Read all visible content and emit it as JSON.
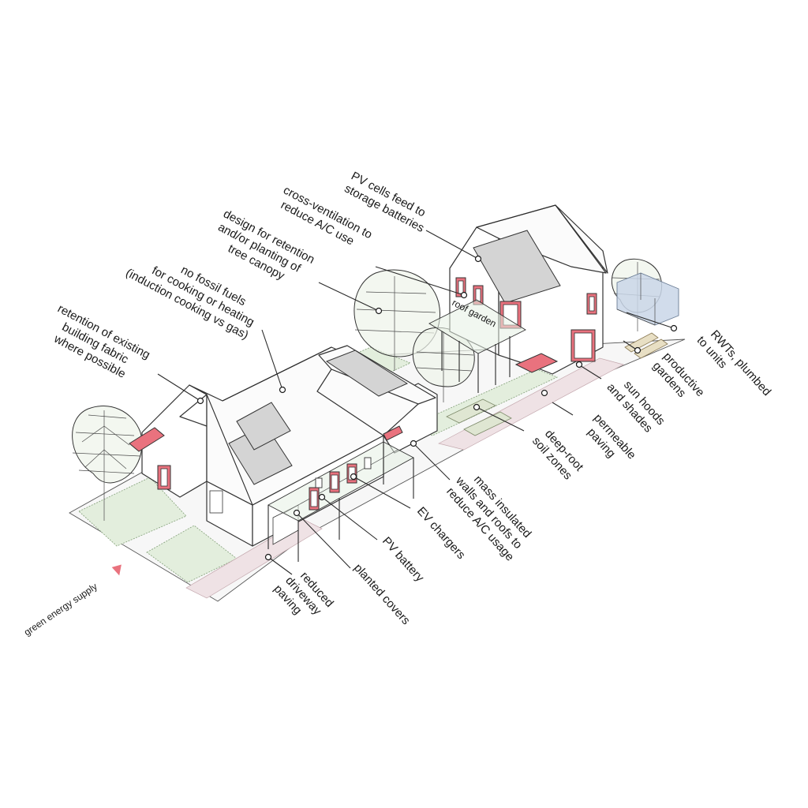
{
  "labels": {
    "pv_cells": [
      "PV cells feed to",
      "storage batteries"
    ],
    "cross_vent": [
      "cross-ventilation to",
      "reduce A/C use"
    ],
    "design_retention": [
      "design for retention",
      "and/or planting of",
      "tree canopy"
    ],
    "no_fossil": [
      "no fossil fuels",
      "for cooking or heating",
      "(induction cooking vs gas)"
    ],
    "retention_fabric": [
      "retention of existing",
      "building fabric",
      "where possible"
    ],
    "rwts": [
      "RWTs, plumbed",
      "to units"
    ],
    "productive": [
      "productive",
      "gardens"
    ],
    "sun_hoods": [
      "sun hoods",
      "and shades"
    ],
    "permeable": [
      "permeable",
      "paving"
    ],
    "deep_root": [
      "deep-root",
      "soil zones"
    ],
    "mass_insulated": [
      "mass insulated",
      "walls and roofs to",
      "reduce A/C usage"
    ],
    "ev": [
      "EV chargers"
    ],
    "pv_battery": [
      "PV battery"
    ],
    "planted": [
      "planted covers"
    ],
    "reduced": [
      "reduced",
      "driveway",
      "paving"
    ],
    "roof_garden": "roof garden",
    "legend": "green energy supply"
  },
  "colors": {
    "accent": "#e9727e",
    "grass": "#e3eedd",
    "paving": "#efe2e5",
    "pv": "#d4d4d4",
    "tank": "#c9d6e8"
  }
}
